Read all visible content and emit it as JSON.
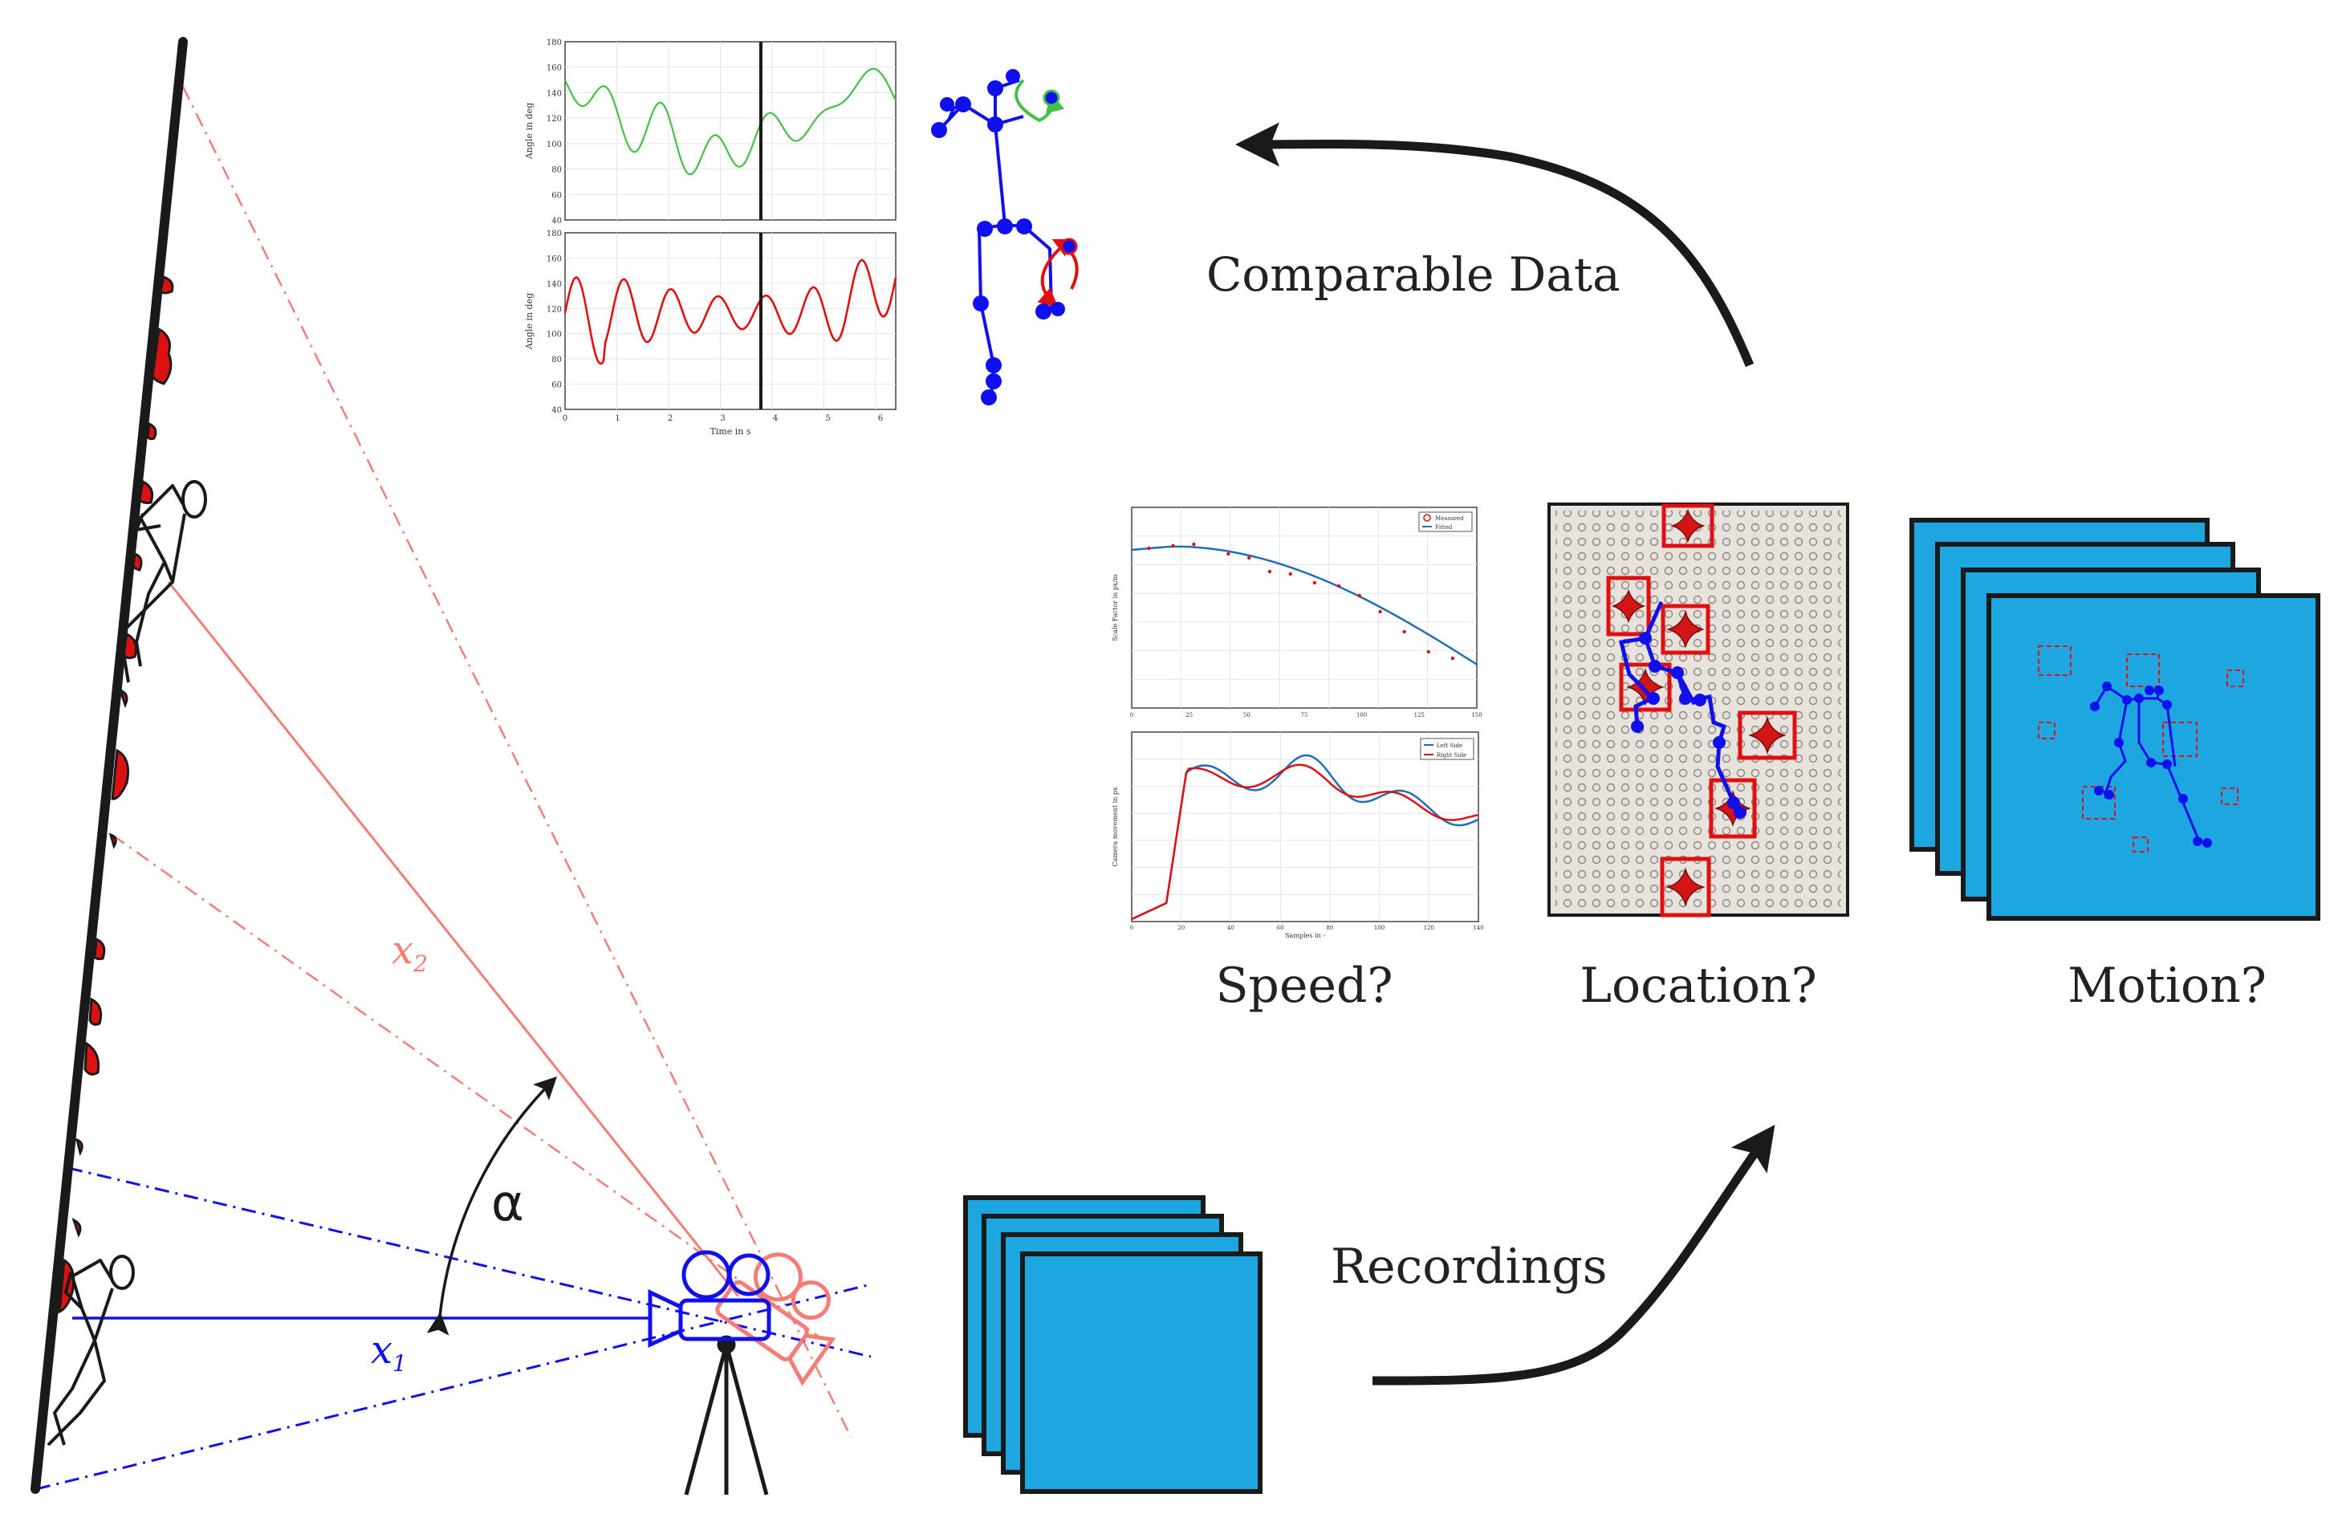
{
  "colors": {
    "blue": "#1010ee",
    "salmon": "#f47d75",
    "hold_red": "#dd1111",
    "frame_fill": "#1ea6e0",
    "green": "#44c044",
    "red_plot": "#e01010",
    "fit_blue": "#1f6fb8"
  },
  "labels": {
    "comparable_data": "Comparable Data",
    "speed": "Speed?",
    "location": "Location?",
    "motion": "Motion?",
    "recordings": "Recordings",
    "alpha": "α",
    "x1": "x",
    "x1_sub": "1",
    "x2": "x",
    "x2_sub": "2"
  },
  "angle_plot": {
    "ylabel": "Angle in deg",
    "xlabel": "Time in s",
    "yticks": [
      "180",
      "160",
      "140",
      "120",
      "100",
      "80",
      "60",
      "40"
    ],
    "xticks": [
      "0",
      "1",
      "2",
      "3",
      "4",
      "5",
      "6"
    ]
  },
  "scale_plot": {
    "ylabel": "Scale Factor in px/m",
    "xticks": [
      "0",
      "25",
      "50",
      "75",
      "100",
      "125",
      "150"
    ],
    "legend": [
      "Measured",
      "Fitted"
    ]
  },
  "camera_plot": {
    "ylabel": "Camera movement in px",
    "xlabel": "Samples in -",
    "xticks": [
      "0",
      "20",
      "40",
      "60",
      "80",
      "100",
      "120",
      "140"
    ],
    "legend": [
      "Left Side",
      "Right Side"
    ]
  }
}
